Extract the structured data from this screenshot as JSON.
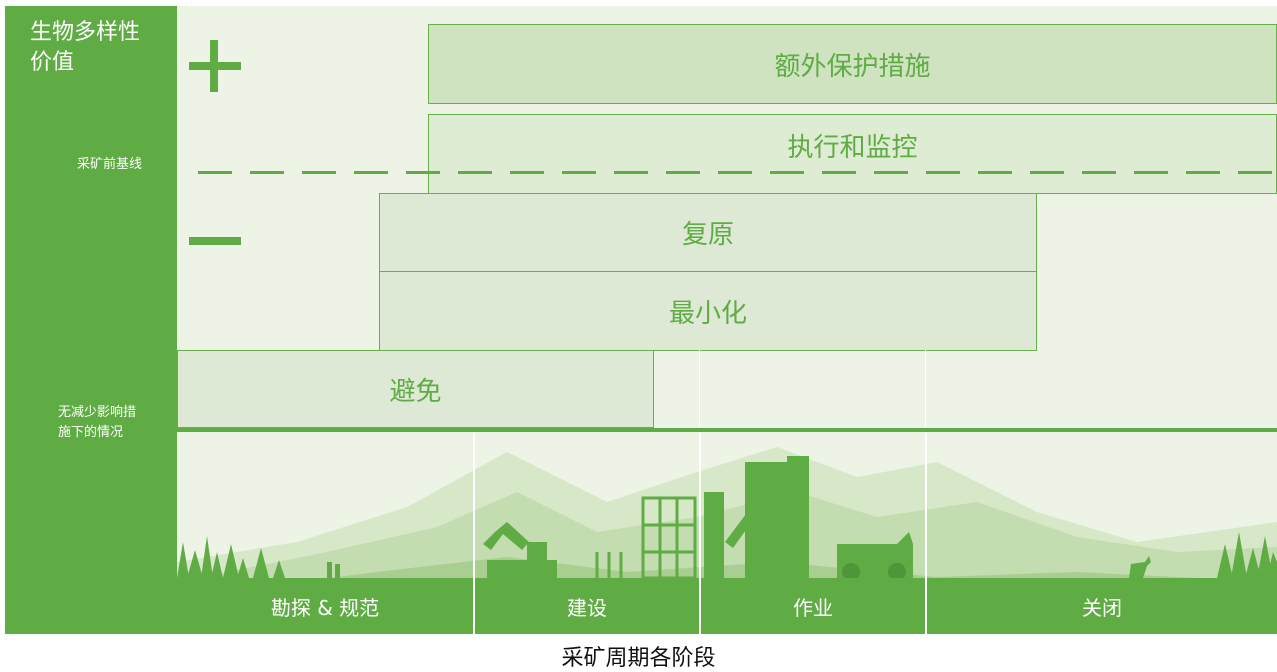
{
  "axis": {
    "title_line1": "生物多样性",
    "title_line2": "价值",
    "baseline_label": "采矿前基线",
    "no_mitigation_label_line1": "无减少影响措",
    "no_mitigation_label_line2": "施下的情况"
  },
  "measures": {
    "additional": "额外保护措施",
    "implement_monitor": "执行和监控",
    "restore": "复原",
    "minimize": "最小化",
    "avoid": "避免"
  },
  "phases": [
    "勘探 & 规范",
    "建设",
    "作业",
    "关闭"
  ],
  "footer": {
    "title": "采矿周期各阶段"
  },
  "colors": {
    "green": "#5fac45",
    "background": "#edf4e6",
    "box_dark": "#cfe3c1",
    "box_light": "#dde9d4"
  }
}
